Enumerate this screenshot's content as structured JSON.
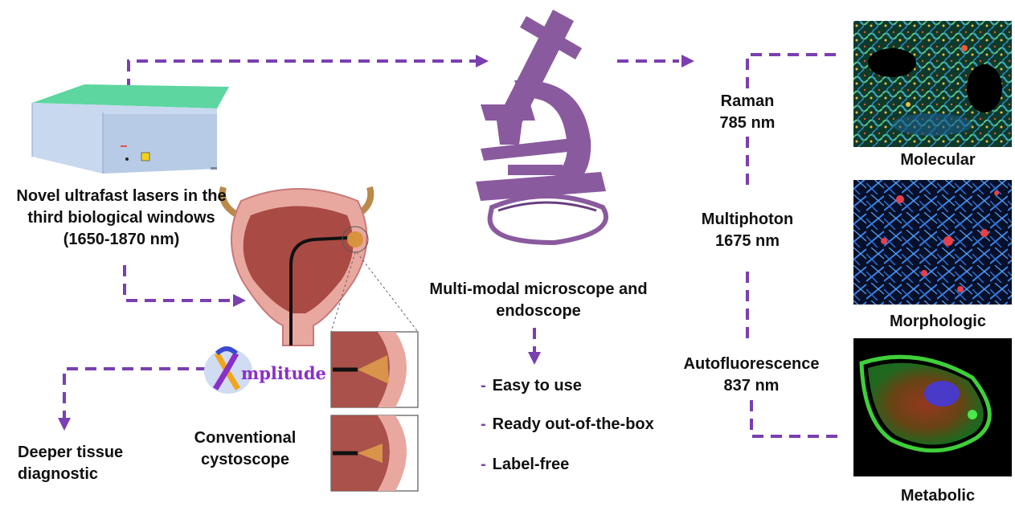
{
  "laser": {
    "label": "Novel ultrafast lasers in the third biological windows (1650-1870 nm)"
  },
  "microscope": {
    "label": "Multi-modal microscope and endoscope"
  },
  "features": [
    "Easy to use",
    "Ready out-of-the-box",
    "Label-free"
  ],
  "cystoscope": {
    "label": "Conventional cystoscope"
  },
  "deeper": {
    "label": "Deeper tissue diagnostic"
  },
  "logo": {
    "text": "mplitude",
    "initial": "A"
  },
  "modalities": [
    {
      "name": "Raman",
      "wavelength": "785 nm",
      "image_label": "Molecular"
    },
    {
      "name": "Multiphoton",
      "wavelength": "1675 nm",
      "image_label": "Morphologic"
    },
    {
      "name": "Autofluorescence",
      "wavelength": "837 nm",
      "image_label": "Metabolic"
    }
  ],
  "colors": {
    "arrow": "#7a3fb0",
    "microscope": "#8a5a9e",
    "laser_top": "#5dd6a0",
    "laser_side": "#c8d8ef"
  }
}
